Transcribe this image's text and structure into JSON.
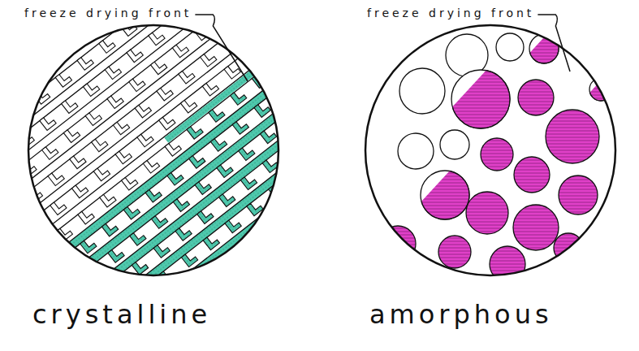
{
  "diagram": {
    "labels": [
      "freeze drying front",
      "freeze drying front",
      "crystalline",
      "amorphous"
    ]
  }
}
